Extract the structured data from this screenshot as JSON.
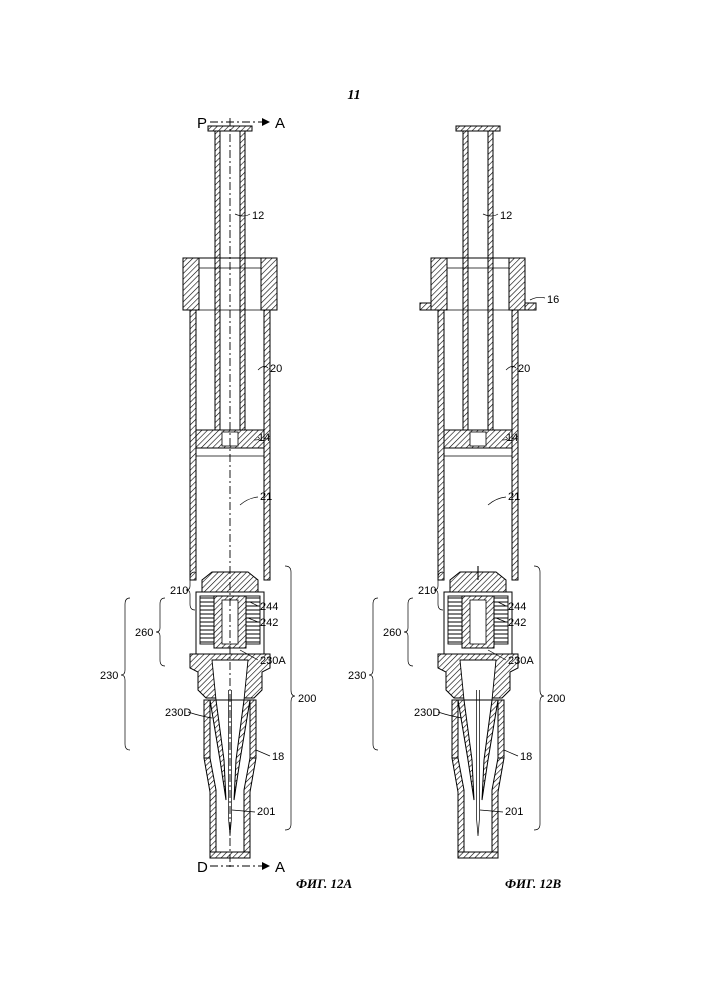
{
  "page_number": "11",
  "figure_a": {
    "caption": "ФИГ. 12А",
    "section_marker_top_left": "P",
    "section_marker_top_right": "A",
    "section_marker_bottom_left": "D",
    "section_marker_bottom_right": "A",
    "labels": {
      "plunger_rod": "12",
      "stopper": "14",
      "barrel": "20",
      "chamber": "21",
      "needle_shield": "18",
      "assembly": "200",
      "needle": "201",
      "hub": "210",
      "connector": "230",
      "connector_a": "230A",
      "connector_d": "230D",
      "spring": "242",
      "spring_housing": "244",
      "valve": "260"
    }
  },
  "figure_b": {
    "caption": "ФИГ. 12В",
    "labels": {
      "plunger_rod": "12",
      "stopper": "14",
      "flange": "16",
      "barrel": "20",
      "chamber": "21",
      "needle_shield": "18",
      "assembly": "200",
      "needle": "201",
      "hub": "210",
      "connector": "230",
      "connector_a": "230A",
      "connector_d": "230D",
      "spring": "242",
      "spring_housing": "244",
      "valve": "260"
    }
  }
}
